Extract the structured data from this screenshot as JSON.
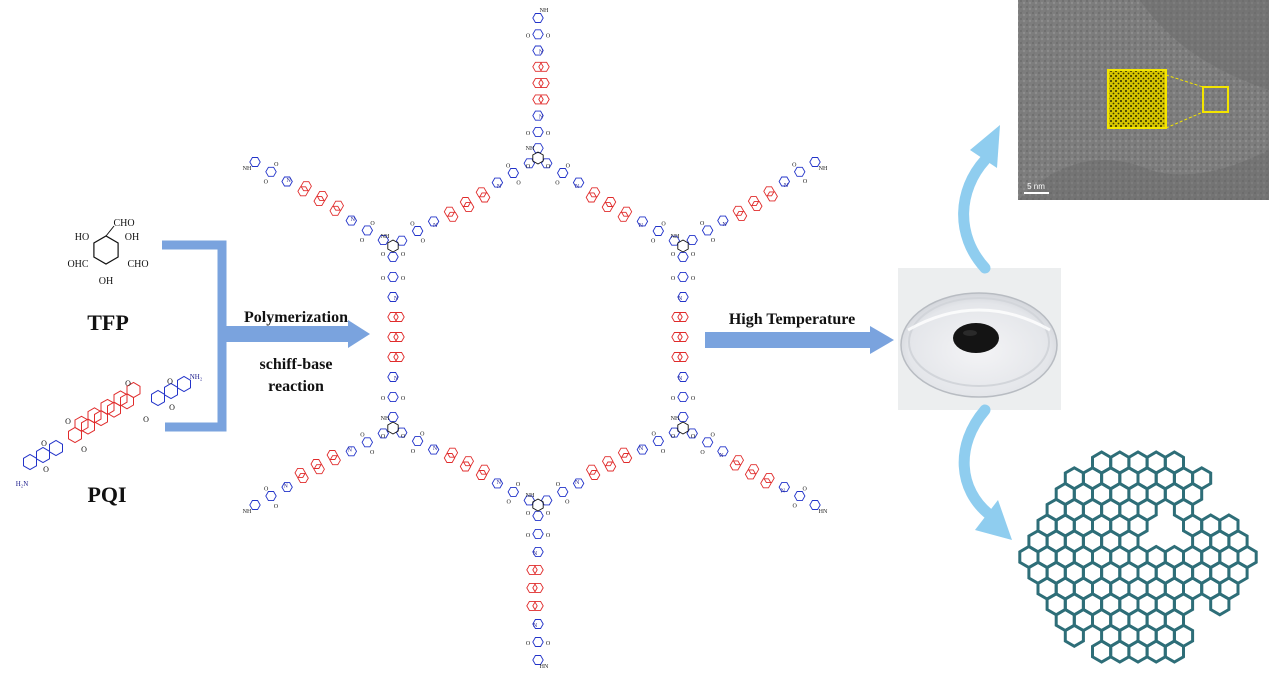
{
  "monomer_tfp": {
    "name": "TFP",
    "groups": {
      "oh_left": "HO",
      "oh_right": "OH",
      "oh_bottom": "OH",
      "cho_top": "CHO",
      "cho_left": "OHC",
      "cho_right": "CHO"
    }
  },
  "monomer_pqi": {
    "name": "PQI",
    "amine_right": "NH₂",
    "amine_left": "H₂N"
  },
  "step1": {
    "line1": "Polymerization",
    "line2": "schiff-base",
    "line3": "reaction"
  },
  "step2": {
    "label": "High Temperature"
  },
  "framework_labels": {
    "nh": "NH",
    "hn": "HN",
    "n": "N",
    "o": "O",
    "h": "H"
  },
  "tem": {
    "scale_bar": "5 nm"
  },
  "colors": {
    "arrow": "#7aa3de",
    "curve_arrow": "#8fcdef",
    "perylene": "#e02b2b",
    "anthraquinone": "#2233c9",
    "carbonyl": "#1a8a1a",
    "graphene": "#2e6e78",
    "tem_highlight": "#f3e500"
  }
}
